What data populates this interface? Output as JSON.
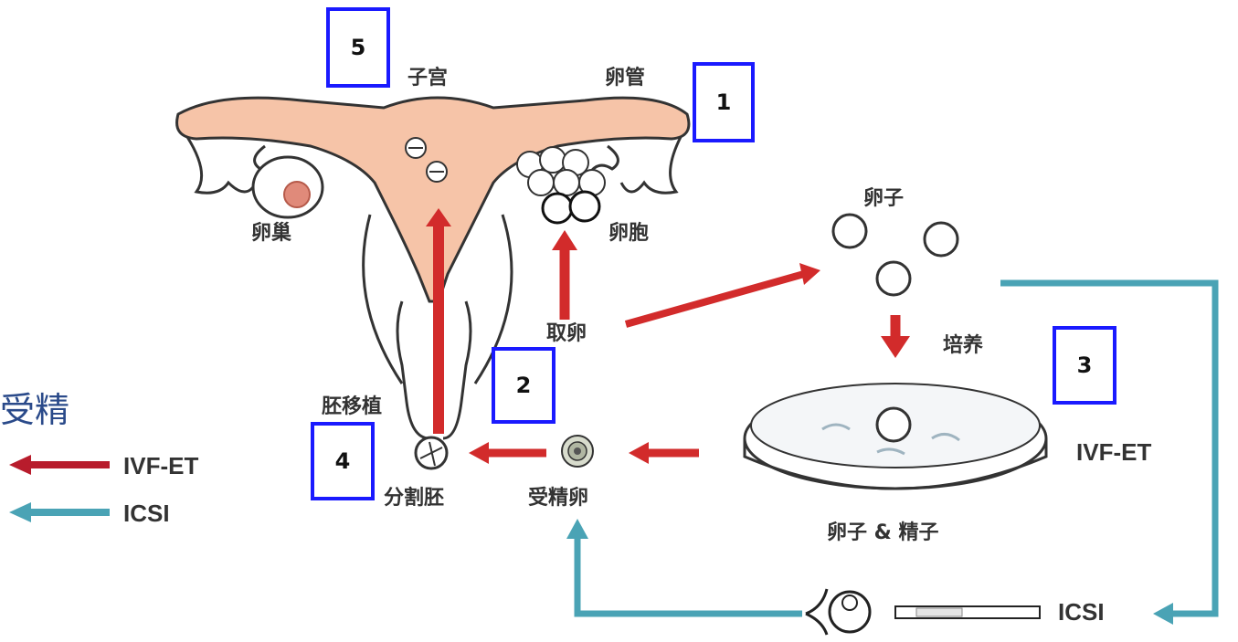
{
  "labels": {
    "uterus": "子宫",
    "oviduct": "卵管",
    "ovary": "卵巢",
    "follicle": "卵胞",
    "egg_retrieval": "取卵",
    "eggs": "卵子",
    "culture": "培养",
    "egg_and_sperm": "卵子 & 精子",
    "ivf_et_dish": "IVF-ET",
    "fertilized_egg": "受精卵",
    "cleavage_embryo": "分割胚",
    "embryo_transfer": "胚移植",
    "icsi_needle": "ICSI"
  },
  "numbered_boxes": [
    "1",
    "2",
    "3",
    "4",
    "5"
  ],
  "side_title": "受精",
  "legend": [
    {
      "label": "IVF-ET",
      "color": "#b81c2c"
    },
    {
      "label": "ICSI",
      "color": "#4aa3b5"
    }
  ],
  "colors": {
    "red_arrow": "#d22b2b",
    "teal_arrow": "#4aa3b5",
    "uterus_fill": "#f6c4a8",
    "box_border": "#1a1aff"
  }
}
